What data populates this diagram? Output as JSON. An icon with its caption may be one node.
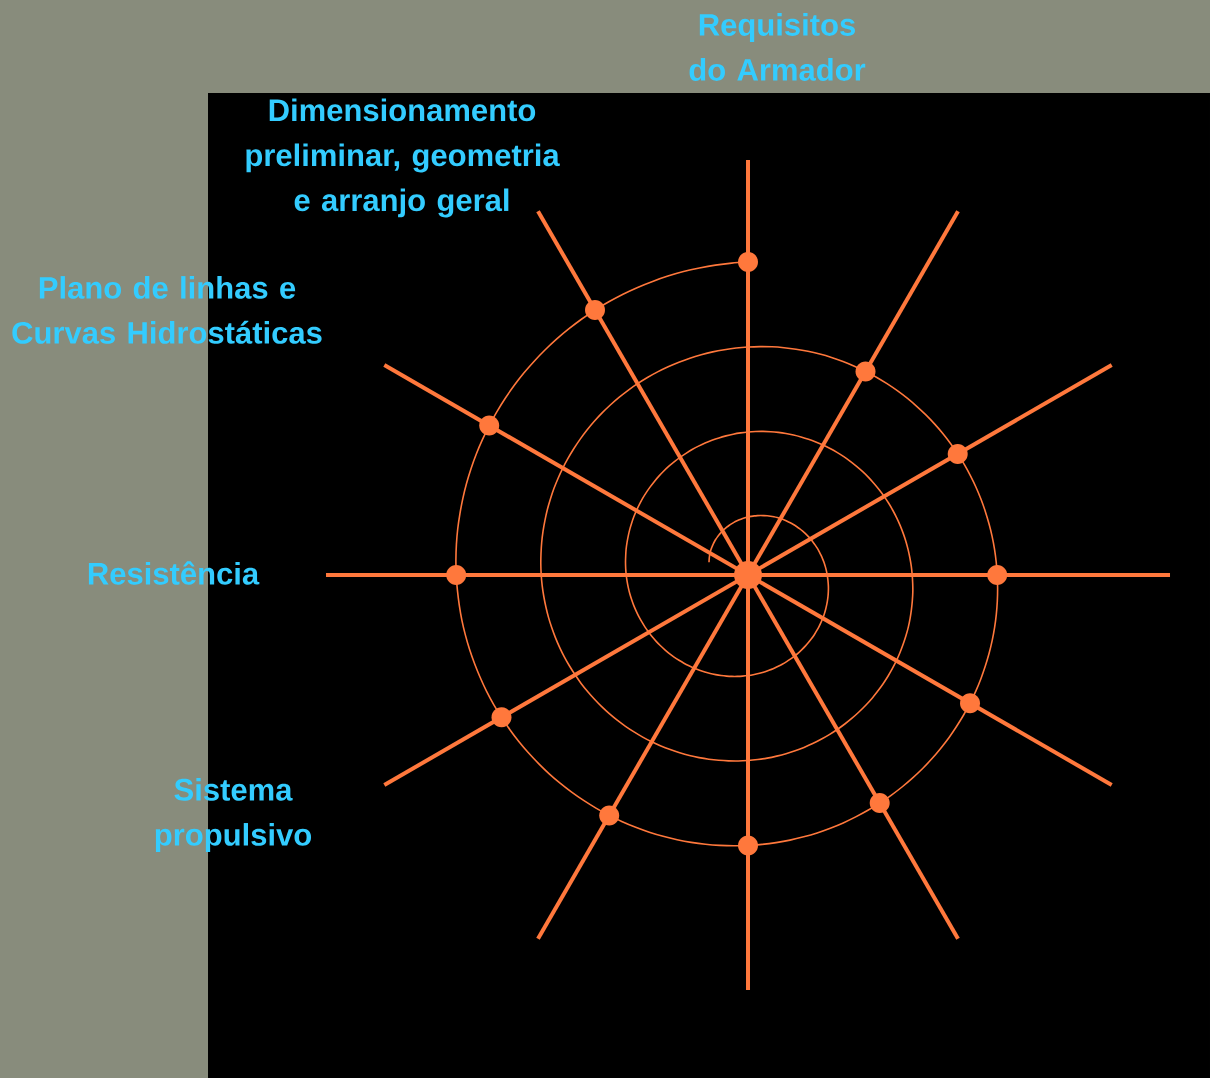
{
  "diagram": {
    "labels": [
      "Requisitos do Armador",
      "Dimensionamento preliminar, geometria e arranjo geral",
      "Plano de linhas e Curvas Hidrostáticas",
      "Resistência",
      "Sistema propulsivo"
    ]
  }
}
